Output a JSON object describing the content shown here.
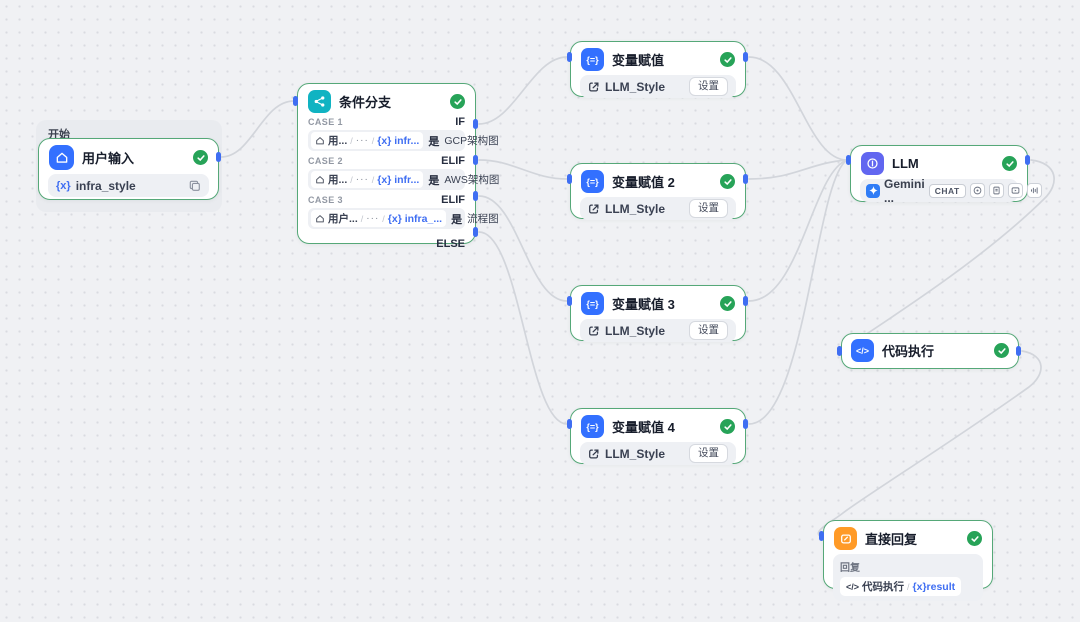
{
  "canvas": {
    "start_group_label": "开始"
  },
  "nodes": {
    "start": {
      "title": "用户输入",
      "row": {
        "var_tag": "{x}",
        "name": "infra_style"
      }
    },
    "condition": {
      "title": "条件分支",
      "sep": "/",
      "else_label": "ELSE",
      "cases": [
        {
          "case": "CASE 1",
          "kw": "IF",
          "node_ref": "用...",
          "dots": "···",
          "var_ref": "{x} infr...",
          "op": "是",
          "value": "GCP架构图"
        },
        {
          "case": "CASE 2",
          "kw": "ELIF",
          "node_ref": "用...",
          "dots": "···",
          "var_ref": "{x} infr...",
          "op": "是",
          "value": "AWS架构图"
        },
        {
          "case": "CASE 3",
          "kw": "ELIF",
          "node_ref": "用户...",
          "dots": "···",
          "var_ref": "{x} infra_...",
          "op": "是",
          "value": "流程图"
        }
      ]
    },
    "assign1": {
      "title": "变量赋值",
      "var": "LLM_Style",
      "settings": "设置"
    },
    "assign2": {
      "title": "变量赋值 2",
      "var": "LLM_Style",
      "settings": "设置"
    },
    "assign3": {
      "title": "变量赋值 3",
      "var": "LLM_Style",
      "settings": "设置"
    },
    "assign4": {
      "title": "变量赋值 4",
      "var": "LLM_Style",
      "settings": "设置"
    },
    "llm": {
      "title": "LLM",
      "model": "Gemini ...",
      "mode": "CHAT"
    },
    "code": {
      "title": "代码执行"
    },
    "reply": {
      "title": "直接回复",
      "section": "回复",
      "ref_node": "代码执行",
      "ref_var": "{x}result"
    }
  },
  "colors": {
    "node_border": "#55a878",
    "status_green": "#27a358",
    "port_blue": "#3f6ef2",
    "edge_gray": "#d2d5db",
    "start_icon": "#3370ff",
    "condition_icon": "#10b3c2",
    "assign_icon": "#3370ff",
    "llm_icon": "#6166f0",
    "code_icon": "#3370ff",
    "reply_icon": "#ff9a27",
    "ref_blue": "#3f6ef2",
    "gemini_blue": "#2f7cf6"
  }
}
